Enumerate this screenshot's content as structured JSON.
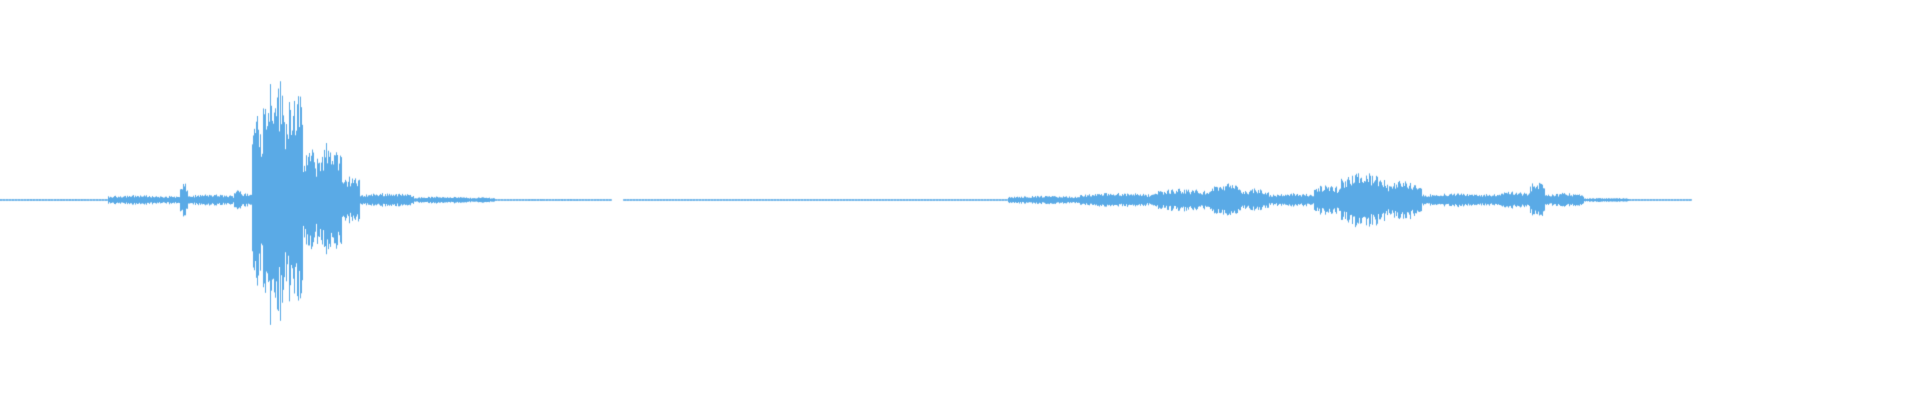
{
  "waveform": {
    "color": "#5aaae6",
    "background": "#ffffff",
    "segments": [
      {
        "from": 0.0,
        "to": 0.06,
        "amp": 0.006
      },
      {
        "from": 0.06,
        "to": 0.09,
        "amp": 0.035
      },
      {
        "from": 0.09,
        "to": 0.1,
        "amp": 0.03
      },
      {
        "from": 0.1,
        "to": 0.104,
        "amp": 0.12
      },
      {
        "from": 0.104,
        "to": 0.13,
        "amp": 0.04
      },
      {
        "from": 0.13,
        "to": 0.134,
        "amp": 0.09
      },
      {
        "from": 0.134,
        "to": 0.14,
        "amp": 0.05
      },
      {
        "from": 0.14,
        "to": 0.146,
        "amp": 0.7
      },
      {
        "from": 0.146,
        "to": 0.158,
        "amp": 0.95
      },
      {
        "from": 0.158,
        "to": 0.168,
        "amp": 0.84
      },
      {
        "from": 0.168,
        "to": 0.176,
        "amp": 0.38
      },
      {
        "from": 0.176,
        "to": 0.19,
        "amp": 0.42
      },
      {
        "from": 0.19,
        "to": 0.2,
        "amp": 0.18
      },
      {
        "from": 0.2,
        "to": 0.23,
        "amp": 0.05
      },
      {
        "from": 0.23,
        "to": 0.26,
        "amp": 0.025
      },
      {
        "from": 0.26,
        "to": 0.275,
        "amp": 0.02
      },
      {
        "from": 0.275,
        "to": 0.34,
        "amp": 0.006
      },
      {
        "from": 0.34,
        "to": 0.346,
        "amp": 0.0
      },
      {
        "from": 0.346,
        "to": 0.56,
        "amp": 0.004
      },
      {
        "from": 0.56,
        "to": 0.6,
        "amp": 0.03
      },
      {
        "from": 0.6,
        "to": 0.64,
        "amp": 0.05
      },
      {
        "from": 0.64,
        "to": 0.672,
        "amp": 0.08
      },
      {
        "from": 0.672,
        "to": 0.69,
        "amp": 0.12
      },
      {
        "from": 0.69,
        "to": 0.705,
        "amp": 0.08
      },
      {
        "from": 0.705,
        "to": 0.73,
        "amp": 0.05
      },
      {
        "from": 0.73,
        "to": 0.745,
        "amp": 0.11
      },
      {
        "from": 0.745,
        "to": 0.77,
        "amp": 0.2
      },
      {
        "from": 0.77,
        "to": 0.79,
        "amp": 0.14
      },
      {
        "from": 0.79,
        "to": 0.83,
        "amp": 0.05
      },
      {
        "from": 0.83,
        "to": 0.85,
        "amp": 0.06
      },
      {
        "from": 0.85,
        "to": 0.858,
        "amp": 0.14
      },
      {
        "from": 0.858,
        "to": 0.88,
        "amp": 0.05
      },
      {
        "from": 0.88,
        "to": 0.905,
        "amp": 0.015
      },
      {
        "from": 0.905,
        "to": 0.94,
        "amp": 0.005
      },
      {
        "from": 0.94,
        "to": 1.0,
        "amp": 0.0
      }
    ]
  }
}
